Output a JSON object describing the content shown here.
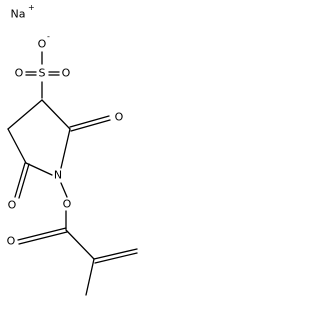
{
  "molecule": {
    "counter_ion": {
      "symbol": "Na",
      "charge": "+"
    },
    "sulfonate": {
      "oxygen_anion": "O",
      "anion_charge": "-",
      "sulfur": "S",
      "oxygen_left": "O",
      "oxygen_right": "O"
    },
    "succinimide": {
      "carbonyl_oxygen_upper": "O",
      "carbonyl_oxygen_lower": "O",
      "nitrogen": "N"
    },
    "ester": {
      "n_oxygen": "O",
      "carbonyl_oxygen": "O"
    }
  }
}
